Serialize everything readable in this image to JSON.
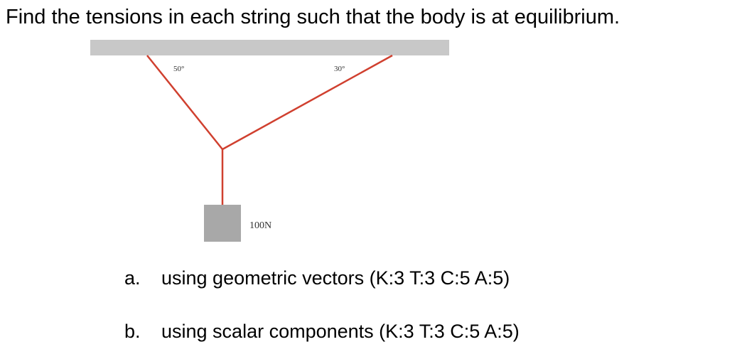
{
  "question": {
    "text": "Find the tensions in each string such that the body is at equilibrium."
  },
  "diagram": {
    "left_angle_label": "50°",
    "right_angle_label": "30°",
    "weight_label": "100N",
    "colors": {
      "ceiling": "#c8c8c8",
      "string": "#d0402f",
      "block": "#a8a8a8"
    }
  },
  "parts": [
    {
      "marker": "a.",
      "text": "using geometric vectors (K:3 T:3 C:5 A:5)"
    },
    {
      "marker": "b.",
      "text": "using scalar components (K:3 T:3 C:5 A:5)"
    }
  ]
}
